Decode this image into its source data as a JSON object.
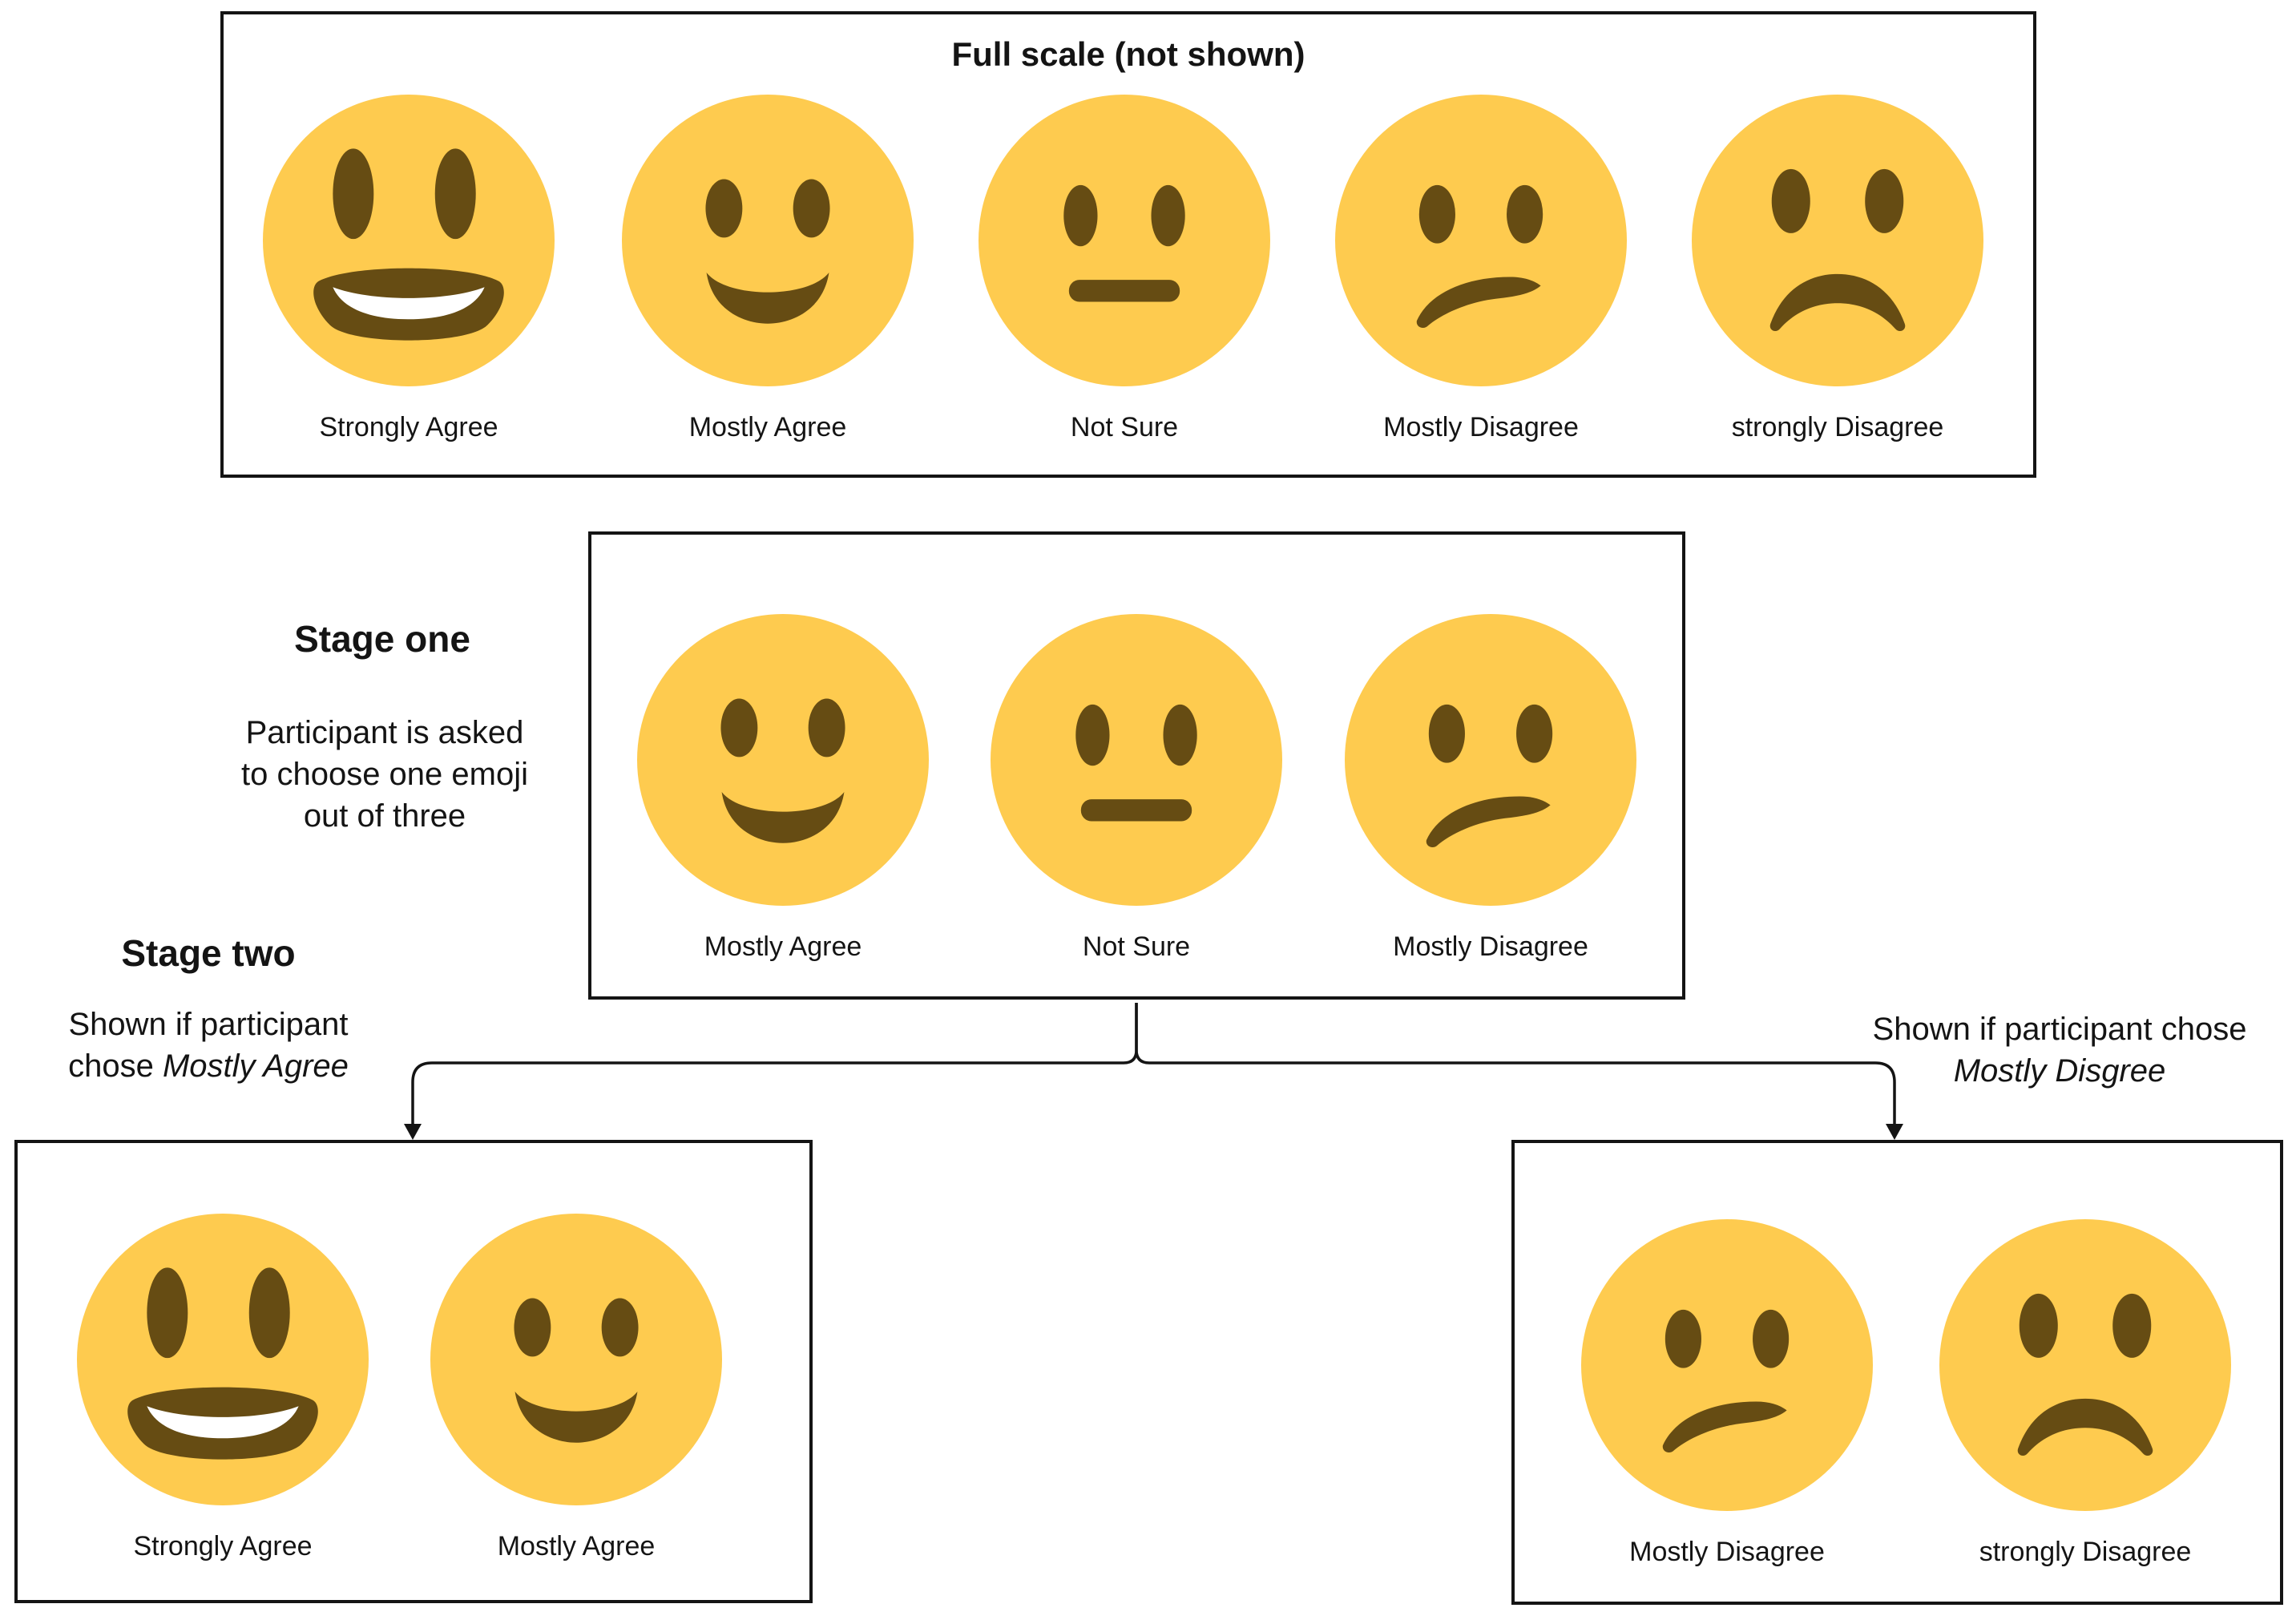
{
  "colors": {
    "face": "#FECB4F",
    "feature": "#664C13",
    "teeth": "#FFFFFF",
    "line": "#141414",
    "border": "#141414",
    "text": "#141414"
  },
  "full_scale_box": {
    "title": "Full scale (not shown)",
    "emojis": [
      {
        "emotion": "grin",
        "label": "Strongly Agree"
      },
      {
        "emotion": "smile",
        "label": "Mostly Agree"
      },
      {
        "emotion": "neutral",
        "label": "Not Sure"
      },
      {
        "emotion": "confused",
        "label": "Mostly Disagree"
      },
      {
        "emotion": "frown",
        "label": "strongly Disagree"
      }
    ]
  },
  "stage_one": {
    "heading": "Stage one",
    "description_lines": [
      "Participant is asked",
      "to choose one emoji",
      "out of three"
    ],
    "box_emojis": [
      {
        "emotion": "smile",
        "label": "Mostly Agree"
      },
      {
        "emotion": "neutral",
        "label": "Not Sure"
      },
      {
        "emotion": "confused",
        "label": "Mostly Disagree"
      }
    ]
  },
  "stage_two": {
    "heading": "Stage two",
    "left_caption": {
      "line1": "Shown if participant",
      "line2_plain": "chose ",
      "line2_italic": "Mostly Agree"
    },
    "right_caption": {
      "line1": "Shown if participant chose",
      "line2_italic": "Mostly Disgree"
    },
    "left_box_emojis": [
      {
        "emotion": "grin",
        "label": "Strongly Agree"
      },
      {
        "emotion": "smile",
        "label": "Mostly Agree"
      }
    ],
    "right_box_emojis": [
      {
        "emotion": "confused",
        "label": "Mostly Disagree"
      },
      {
        "emotion": "frown",
        "label": "strongly Disagree"
      }
    ]
  }
}
